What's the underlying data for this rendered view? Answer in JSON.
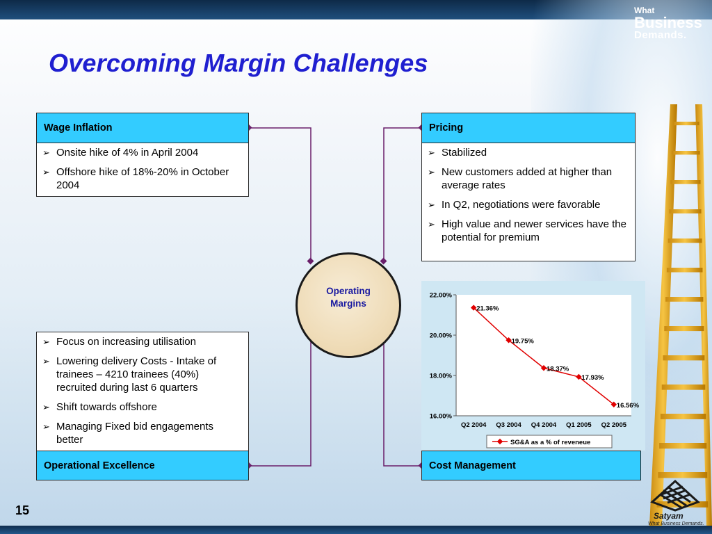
{
  "brand": {
    "tagline_small": "What",
    "tagline_main": "Business",
    "tagline_sub": "Demands.",
    "company": "Satyam",
    "company_tagline": "What Business Demands."
  },
  "slide": {
    "title": "Overcoming Margin Challenges",
    "page_number": "15",
    "center_label": "Operating Margins"
  },
  "wage_inflation": {
    "header": "Wage Inflation",
    "bullets": [
      "Onsite hike of 4% in April 2004",
      "Offshore hike of 18%-20% in October 2004"
    ]
  },
  "pricing": {
    "header": "Pricing",
    "bullets": [
      "Stabilized",
      "New customers added at higher than average rates",
      "In Q2, negotiations were favorable",
      "High value and newer services have the potential for premium"
    ]
  },
  "operational_excellence": {
    "header": "Operational Excellence",
    "bullets": [
      "Focus on increasing utilisation",
      "Lowering delivery Costs - Intake of trainees – 4210 trainees (40%) recruited during last 6 quarters",
      "Shift towards offshore",
      "Managing Fixed bid engagements better"
    ]
  },
  "cost_management": {
    "header": "Cost Management"
  },
  "chart_data": {
    "type": "line",
    "categories": [
      "Q2 2004",
      "Q3 2004",
      "Q4 2004",
      "Q1 2005",
      "Q2 2005"
    ],
    "series": [
      {
        "name": "SG&A as a % of reveneue",
        "values": [
          21.36,
          19.75,
          18.37,
          17.93,
          16.56
        ],
        "color": "#e00000"
      }
    ],
    "data_labels": [
      "21.36%",
      "19.75%",
      "18.37%",
      "17.93%",
      "16.56%"
    ],
    "y_ticks": [
      "22.00%",
      "20.00%",
      "18.00%",
      "16.00%"
    ],
    "ylim": [
      16,
      22
    ],
    "grid": false,
    "legend": "bottom"
  },
  "colors": {
    "title": "#1f1fd0",
    "header_fill": "#33ccff",
    "connector": "#6a1f6a",
    "series": "#e00000"
  }
}
